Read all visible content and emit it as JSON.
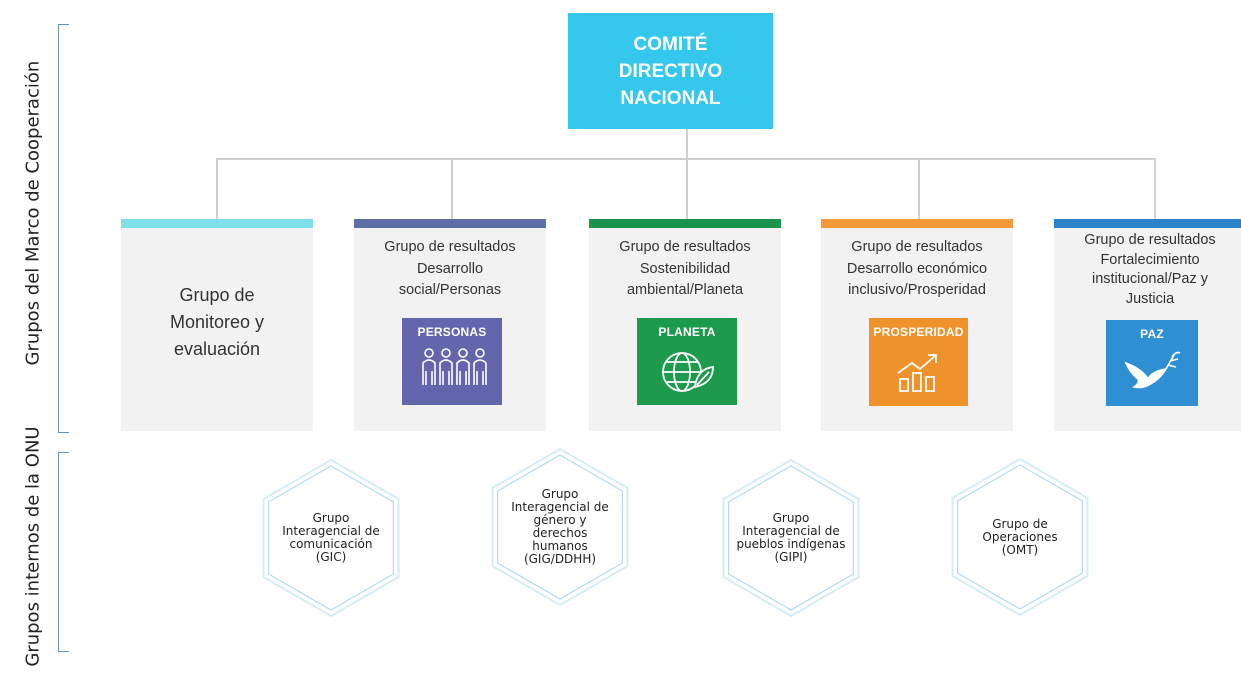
{
  "side_labels": {
    "top": "Grupos del Marco de Cooperación",
    "bottom": "Grupos internos de la ONU"
  },
  "top_box": {
    "lines": [
      "COMITÉ",
      "DIRECTIVO",
      "NACIONAL"
    ],
    "color": "#35c8ec"
  },
  "cards": [
    {
      "lines": [
        "Grupo de",
        "Monitoreo y",
        "evaluación"
      ],
      "bar_color": "#7fe0ea",
      "badge": null
    },
    {
      "lines": [
        "Grupo de resultados",
        "Desarrollo",
        "social/Personas"
      ],
      "bar_color": "#5b6ea6",
      "badge": {
        "label": "PERSONAS",
        "color": "#6466ad",
        "icon": "people-icon"
      }
    },
    {
      "lines": [
        "Grupo de resultados",
        "Sostenibilidad",
        "ambiental/Planeta"
      ],
      "bar_color": "#19944a",
      "badge": {
        "label": "PLANETA",
        "color": "#1d9a4b",
        "icon": "globe-leaf-icon"
      }
    },
    {
      "lines": [
        "Grupo de resultados",
        "Desarrollo económico",
        "inclusivo/Prosperidad"
      ],
      "bar_color": "#f29a3a",
      "badge": {
        "label": "PROSPERIDAD",
        "color": "#f0922b",
        "icon": "growth-chart-icon"
      }
    },
    {
      "lines": [
        "Grupo de resultados",
        "Fortalecimiento",
        "institucional/Paz y",
        "Justicia"
      ],
      "bar_color": "#2b82c9",
      "badge": {
        "label": "PAZ",
        "color": "#2f8fd3",
        "icon": "dove-icon"
      }
    }
  ],
  "hexagons": [
    {
      "lines": [
        "Grupo",
        "Interagencial de",
        "comunicación",
        "(GIC)"
      ]
    },
    {
      "lines": [
        "Grupo",
        "Interagencial de",
        "género y",
        "derechos",
        "humanos",
        "(GIG/DDHH)"
      ]
    },
    {
      "lines": [
        "Grupo",
        "Interagencial de",
        "pueblos indígenas",
        "(GIPI)"
      ]
    },
    {
      "lines": [
        "Grupo de",
        "Operaciones",
        "(OMT)"
      ]
    }
  ]
}
